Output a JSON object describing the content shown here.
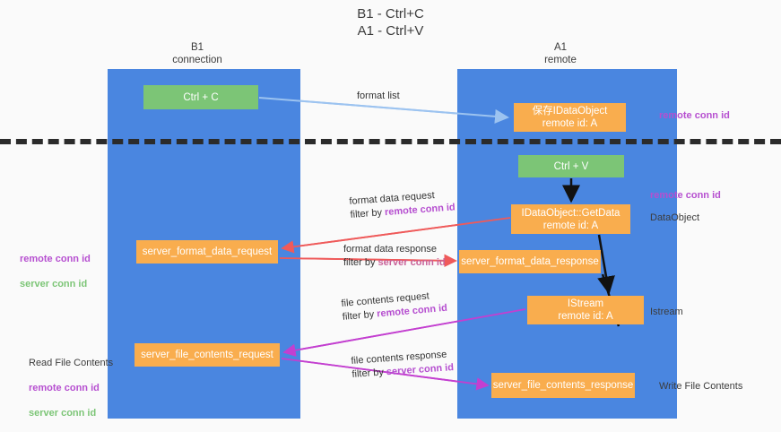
{
  "title": "B1 - Ctrl+C\nA1 - Ctrl+V",
  "columns": [
    {
      "id": "b1",
      "label": "B1\nconnection"
    },
    {
      "id": "a1",
      "label": "A1\nremote"
    }
  ],
  "nodes": {
    "ctrl_c": {
      "label": "Ctrl + C",
      "color": "#7cc576"
    },
    "idataobject": {
      "label": "保存IDataObject\nremote id: A",
      "color": "#f9ad4e"
    },
    "ctrl_v": {
      "label": "Ctrl + V",
      "color": "#7cc576"
    },
    "getdata": {
      "label": "IDataObject::GetData\nremote id: A",
      "color": "#f9ad4e"
    },
    "server_format_data_request": {
      "label": "server_format_data_request",
      "color": "#f9ad4e"
    },
    "server_format_data_response": {
      "label": "server_format_data_response",
      "color": "#f9ad4e"
    },
    "istream": {
      "label": "IStream\nremote id: A",
      "color": "#f9ad4e"
    },
    "server_file_contents_request": {
      "label": "server_file_contents_request",
      "color": "#f9ad4e"
    },
    "server_file_contents_response": {
      "label": "server_file_contents_response",
      "color": "#f9ad4e"
    }
  },
  "edges": {
    "format_list": {
      "line1": "format list",
      "line2": "",
      "keyword": ""
    },
    "format_data_request": {
      "line1": "format data request",
      "line2_prefix": "filter by ",
      "keyword": "remote conn id"
    },
    "format_data_response": {
      "line1": "format data response",
      "line2_prefix": "filter by ",
      "keyword": "server conn id"
    },
    "file_contents_request": {
      "line1": "file contents request",
      "line2_prefix": "filter by ",
      "keyword": "remote conn id"
    },
    "file_contents_response": {
      "line1": "file contents response",
      "line2_prefix": "filter by ",
      "keyword": "server conn id"
    }
  },
  "annotations": {
    "right_1": "remote conn id",
    "right_2": "remote conn id",
    "right_3": "DataObject",
    "right_4": "Istream",
    "right_5": "Write File Contents",
    "left_1_line1": "remote conn id",
    "left_1_line2": "server conn id",
    "left_2_title": "Read File Contents",
    "left_2_line1": "remote conn id",
    "left_2_line2": "server conn id"
  },
  "colors": {
    "lane": "#4a86e0",
    "node_green": "#7cc576",
    "node_orange": "#f9ad4e",
    "keyword_purple": "#b64fd0",
    "keyword_green": "#7cc576",
    "separator": "#2b2b2b",
    "arrow_blue": "#9cc3f0",
    "arrow_red": "#ef5a5a",
    "arrow_magenta": "#c33fd0",
    "arrow_black": "#111111",
    "background": "#fafafa"
  }
}
